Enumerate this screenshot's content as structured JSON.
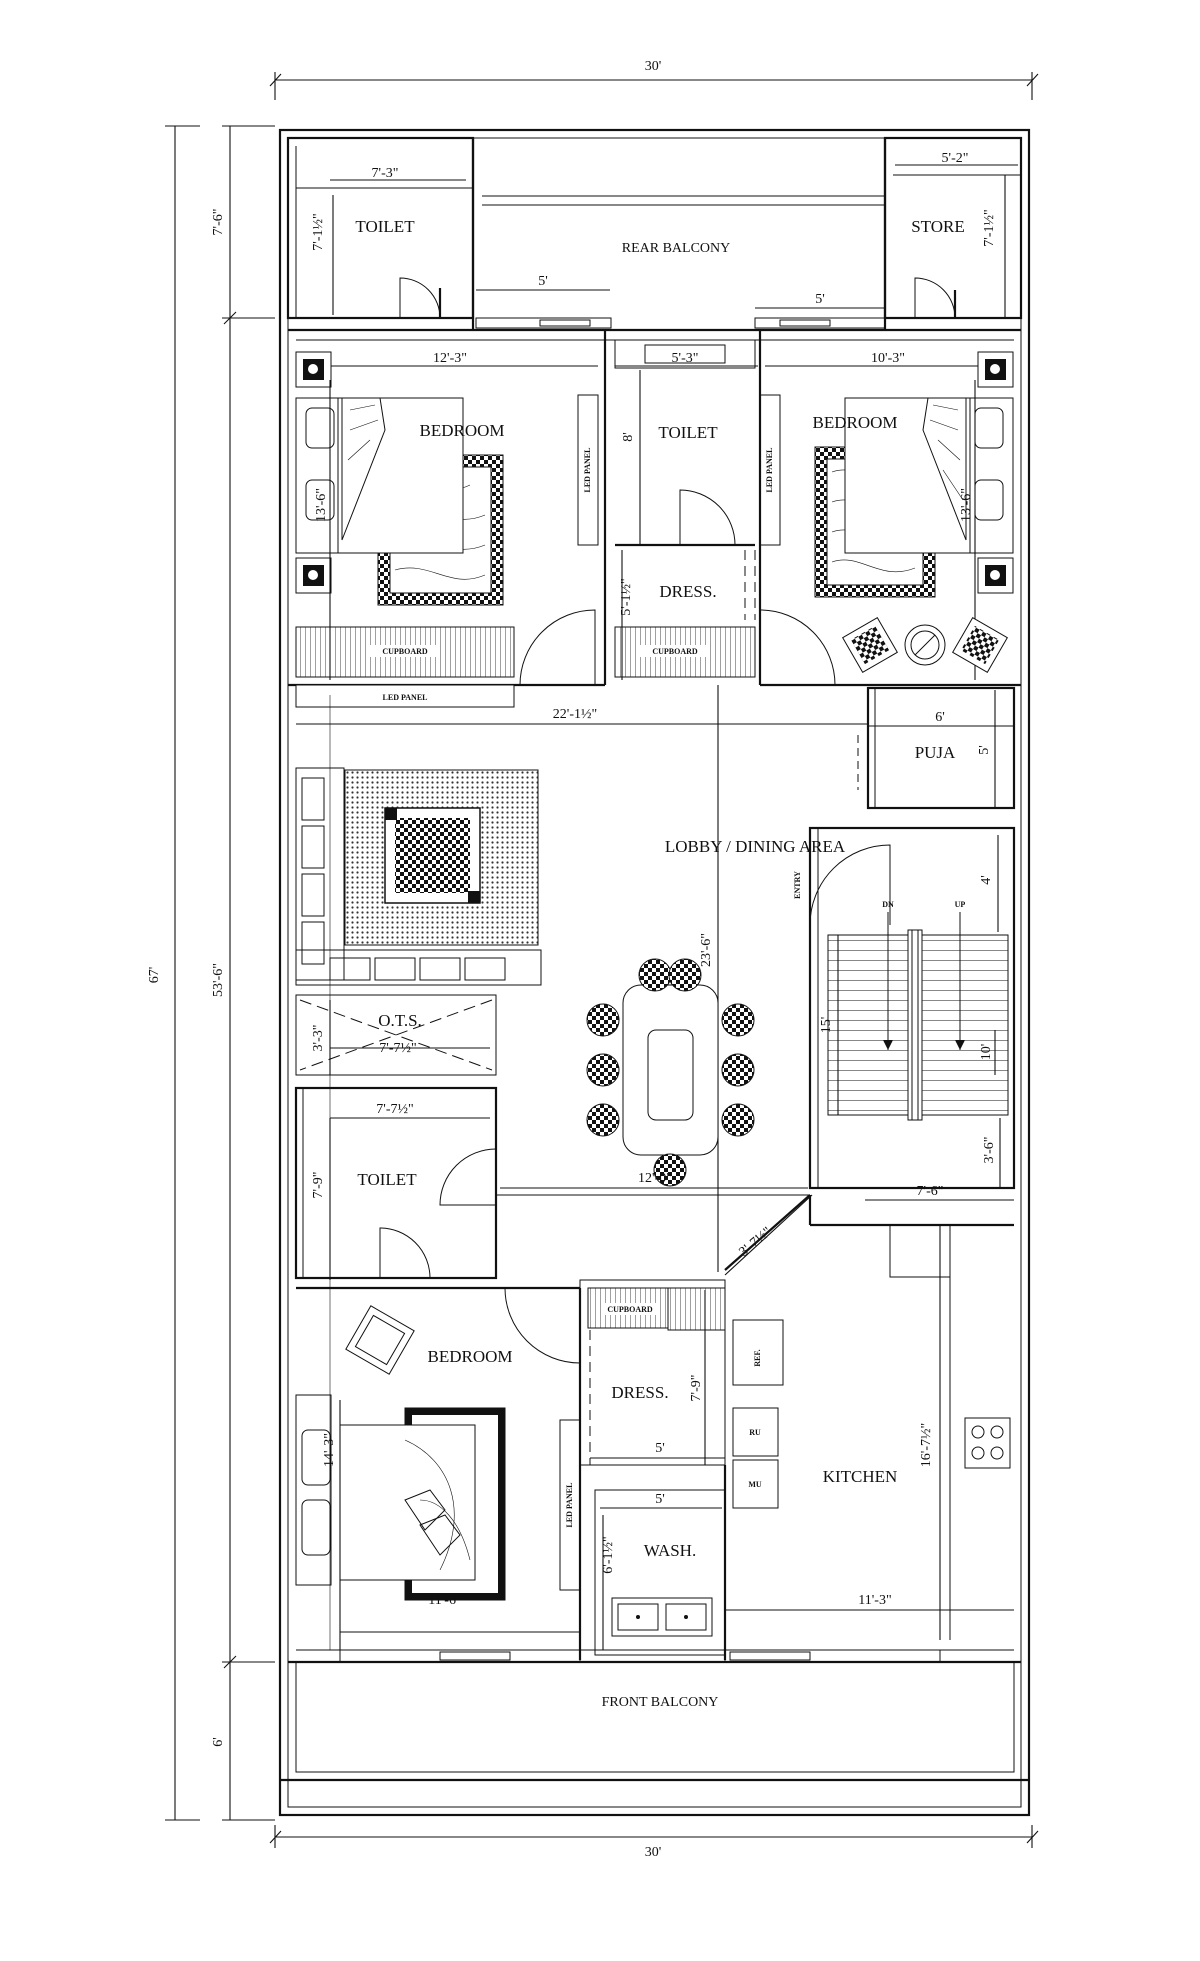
{
  "dimensions": {
    "overall_width_top": "30'",
    "overall_width_bottom": "30'",
    "overall_length": "67'",
    "rear_balcony_depth": "7'-6\"",
    "main_length": "53'-6\"",
    "front_balcony_depth": "6'"
  },
  "rooms": {
    "toilet_rear": {
      "label": "TOILET",
      "w": "7'-3\"",
      "h": "7'-1½\""
    },
    "rear_balcony": {
      "label": "REAR BALCONY",
      "door_l": "5'",
      "door_r": "5'"
    },
    "store": {
      "label": "STORE",
      "w": "5'-2\"",
      "h": "7'-1½\""
    },
    "bedroom_left": {
      "label": "BEDROOM",
      "w": "12'-3\"",
      "h": "13'-6\""
    },
    "toilet_mid": {
      "label": "TOILET",
      "w": "5'-3\"",
      "h": "8'"
    },
    "bedroom_right": {
      "label": "BEDROOM",
      "w": "10'-3\"",
      "h": "13'-6\""
    },
    "dress_mid": {
      "label": "DRESS.",
      "h": "5'-1½\""
    },
    "puja": {
      "label": "PUJA",
      "w": "6'",
      "h": "5'"
    },
    "lobby": {
      "label": "LOBBY / DINING AREA",
      "w": "22'-1½\"",
      "h": "23'-6\"",
      "w2": "12'-0\""
    },
    "ots": {
      "label": "O.T.S.",
      "w": "7'-7½\"",
      "h": "3'-3\""
    },
    "toilet_front": {
      "label": "TOILET",
      "w": "7'-7½\"",
      "h": "7'-9\""
    },
    "stair": {
      "dn": "DN",
      "up": "UP",
      "h1": "4'",
      "h2": "15'",
      "h3": "10'",
      "w": "7'-6\"",
      "h4": "3'-6\"",
      "entry": "ENTRY",
      "diag": "3'-7½\""
    },
    "bedroom_front": {
      "label": "BEDROOM",
      "w": "11'-6\"",
      "h": "14'-3\""
    },
    "dress_front": {
      "label": "DRESS.",
      "w": "5'",
      "h": "7'-9\""
    },
    "wash": {
      "label": "WASH.",
      "w": "5'",
      "h": "6'-1½\""
    },
    "kitchen": {
      "label": "KITCHEN",
      "w": "11'-3\"",
      "h": "16'-7½\"",
      "ref": "REF.",
      "ru": "RU",
      "mu": "MU"
    },
    "front_balcony": {
      "label": "FRONT BALCONY"
    }
  },
  "fixtures": {
    "cupboard": "CUPBOARD",
    "led_panel": "LED PANEL"
  }
}
